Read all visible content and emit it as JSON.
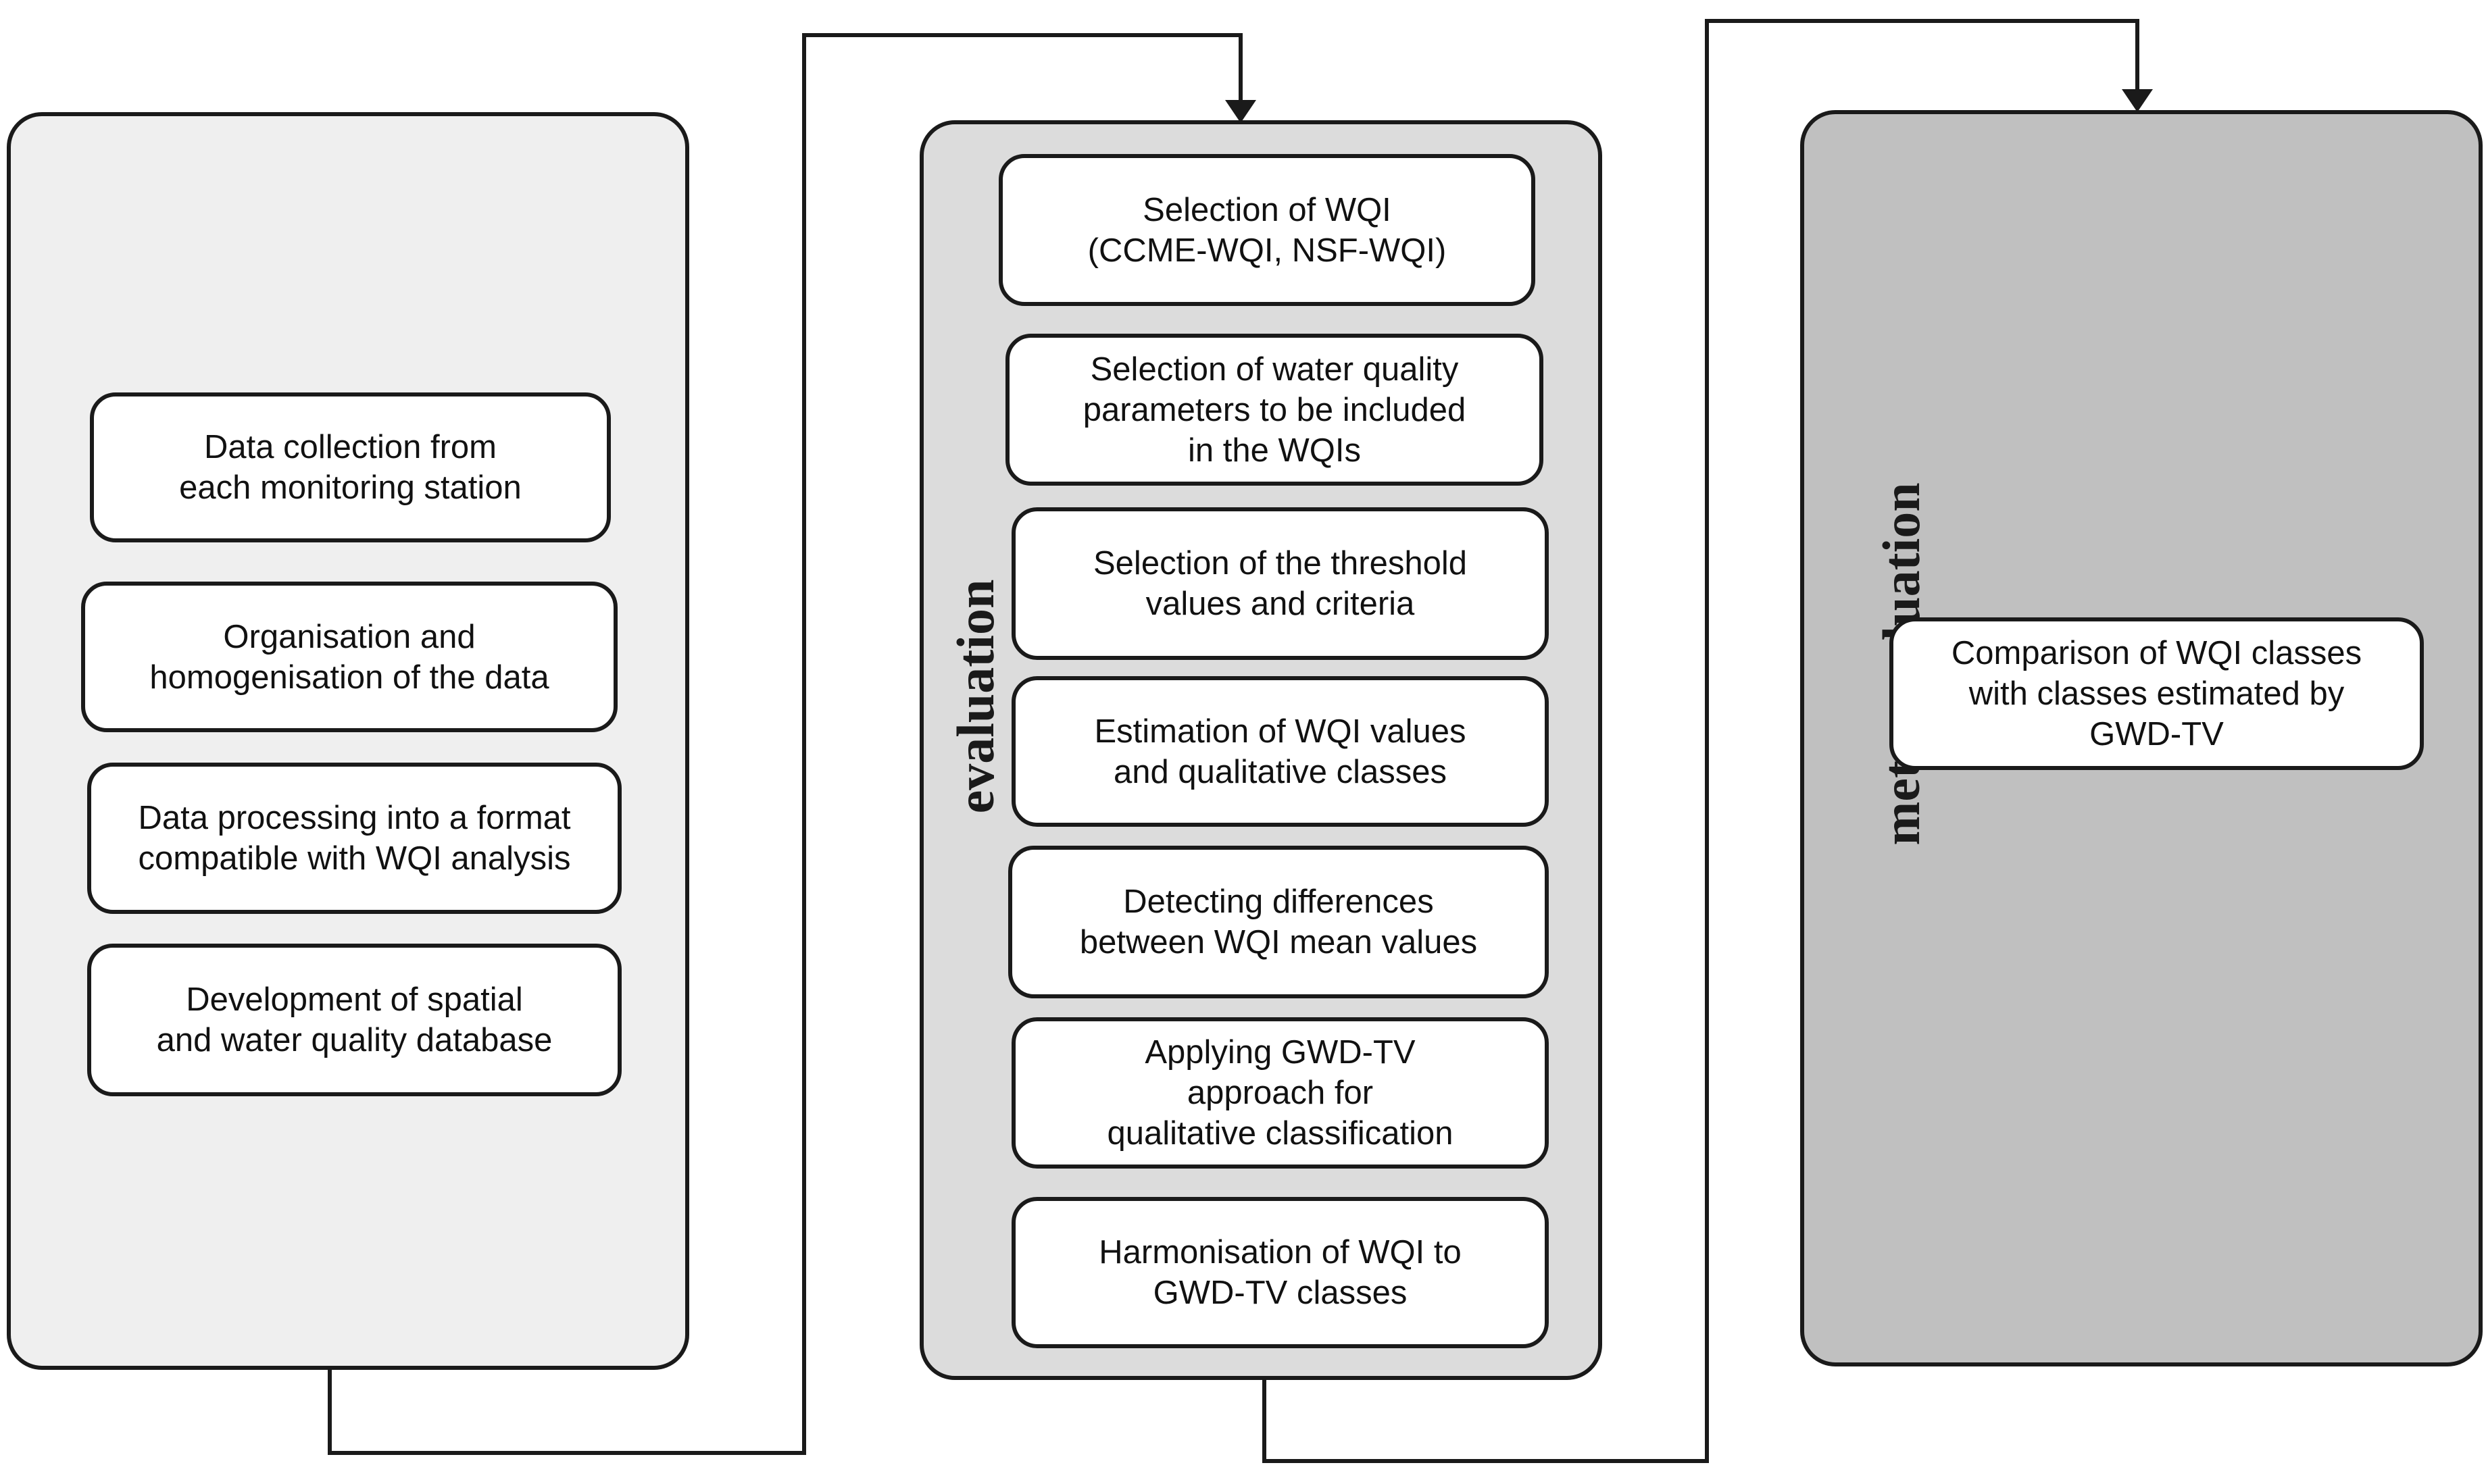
{
  "panels": {
    "preparation": {
      "steps": [
        "Data collection from\neach monitoring station",
        "Organisation and\nhomogenisation of the data",
        "Data processing into a format\ncompatible with WQI analysis",
        "Development of spatial\nand water quality database"
      ]
    },
    "evaluation": {
      "label": "evaluation",
      "steps": [
        "Selection of WQI\n(CCME-WQI, NSF-WQI)",
        "Selection of water quality\nparameters  to be included\nin the WQIs",
        "Selection of the threshold\nvalues and criteria",
        "Estimation of WQI values\nand  qualitative classes",
        "Detecting differences\nbetween WQI mean values",
        "Applying GWD-TV\napproach for\nqualitative classification",
        "Harmonisation of WQI to\nGWD-TV classes"
      ]
    },
    "meta_evaluation": {
      "label": "meta-evaluation",
      "steps": [
        "Comparison of WQI classes\nwith classes estimated by\nGWD-TV"
      ]
    }
  },
  "colors": {
    "stroke": "#1a1a1a",
    "panel_1_fill": "#efefef",
    "panel_2_fill": "#dcdcdc",
    "panel_3_fill": "#c0c0c0",
    "step_fill": "#ffffff"
  }
}
